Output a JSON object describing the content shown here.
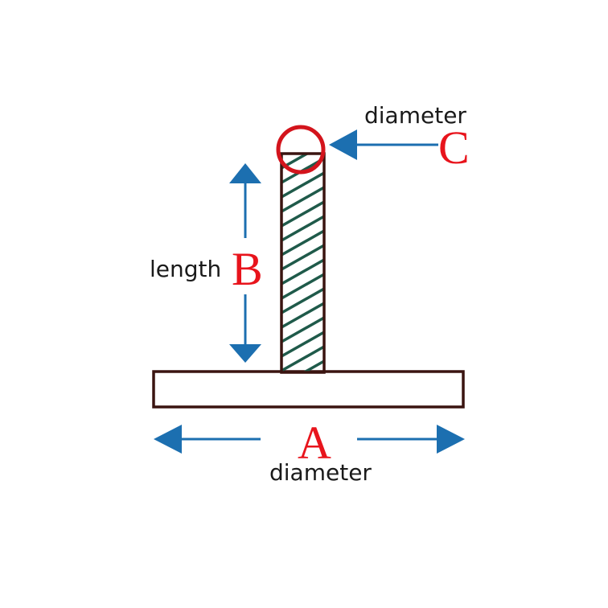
{
  "labels": {
    "a_letter": "A",
    "a_word": "diameter",
    "b_letter": "B",
    "b_word": "length",
    "c_letter": "C",
    "c_word": "diameter"
  },
  "colors": {
    "outline": "#3a1410",
    "hatch": "#1f5a4a",
    "arrow": "#1c6fb0",
    "letter": "#e8141c",
    "circle": "#d3141c"
  }
}
